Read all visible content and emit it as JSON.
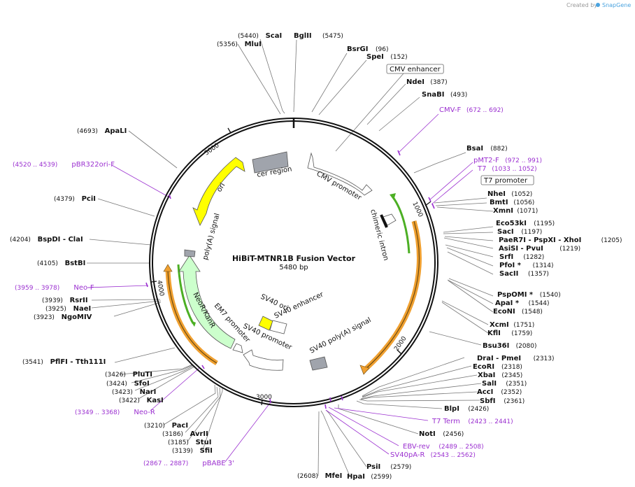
{
  "credit": {
    "prefix": "Created by",
    "brand": "SnapGene"
  },
  "map": {
    "name": "HiBiT-MTNR1B Fusion Vector",
    "length_label": "5480 bp",
    "length": 5480,
    "ticks": [
      "1000",
      "2000",
      "3000",
      "4000",
      "5000"
    ],
    "colors": {
      "primer": "#9b30d0",
      "ori": "#ffff00",
      "neo": "#ccffcc",
      "primer_arrow": "#4caf24",
      "long_arrow": "#f0a030",
      "gray": "#a0a4ac"
    }
  },
  "features": {
    "cer_region": "cer region",
    "cmv_promoter": "CMV promoter",
    "chimeric_intron": "chimeric intron",
    "sv40_ori": "SV40 ori",
    "sv40_enhancer": "SV40 enhancer",
    "sv40_promoter": "SV40 promoter",
    "sv40_polya": "SV40 poly(A) signal",
    "em7_promoter": "EM7 promoter",
    "neor": "NeoR/KanR",
    "polya_signal": "poly(A) signal",
    "ori": "ori"
  },
  "sites": [
    {
      "name": "ScaI",
      "pos": "(5440)"
    },
    {
      "name": "MluI",
      "pos": "(5356)"
    },
    {
      "name": "BglII",
      "pos": "(5475)"
    },
    {
      "name": "BsrGI",
      "pos": "(96)"
    },
    {
      "name": "SpeI",
      "pos": "(152)"
    },
    {
      "name": "CMV enhancer",
      "pos": ""
    },
    {
      "name": "NdeI",
      "pos": "(387)"
    },
    {
      "name": "SnaBI",
      "pos": "(493)"
    },
    {
      "name": "CMV-F",
      "pos": "(672 .. 692)"
    },
    {
      "name": "BsaI",
      "pos": "(882)"
    },
    {
      "name": "pMT2-F",
      "pos": "(972 .. 991)"
    },
    {
      "name": "T7",
      "pos": "(1033 .. 1052)"
    },
    {
      "name": "T7 promoter",
      "pos": ""
    },
    {
      "name": "NheI",
      "pos": "(1052)"
    },
    {
      "name": "BmtI",
      "pos": "(1056)"
    },
    {
      "name": "XmnI",
      "pos": "(1071)"
    },
    {
      "name": "Eco53kI",
      "pos": "(1195)"
    },
    {
      "name": "SacI",
      "pos": "(1197)"
    },
    {
      "name": "PaeR7I - PspXI - XhoI",
      "pos": "(1205)"
    },
    {
      "name": "AsiSI - PvuI",
      "pos": "(1219)"
    },
    {
      "name": "SrfI",
      "pos": "(1282)"
    },
    {
      "name": "PfoI *",
      "pos": "(1314)"
    },
    {
      "name": "SacII",
      "pos": "(1357)"
    },
    {
      "name": "PspOMI *",
      "pos": "(1540)"
    },
    {
      "name": "ApaI *",
      "pos": "(1544)"
    },
    {
      "name": "EcoNI",
      "pos": "(1548)"
    },
    {
      "name": "XcmI",
      "pos": "(1751)"
    },
    {
      "name": "KflI",
      "pos": "(1759)"
    },
    {
      "name": "Bsu36I",
      "pos": "(2080)"
    },
    {
      "name": "DraI - PmeI",
      "pos": "(2313)"
    },
    {
      "name": "EcoRI",
      "pos": "(2318)"
    },
    {
      "name": "XbaI",
      "pos": "(2345)"
    },
    {
      "name": "SalI",
      "pos": "(2351)"
    },
    {
      "name": "AccI",
      "pos": "(2352)"
    },
    {
      "name": "SbfI",
      "pos": "(2361)"
    },
    {
      "name": "BlpI",
      "pos": "(2426)"
    },
    {
      "name": "T7 Term",
      "pos": "(2423 .. 2441)"
    },
    {
      "name": "NotI",
      "pos": "(2456)"
    },
    {
      "name": "EBV-rev",
      "pos": "(2489 .. 2508)"
    },
    {
      "name": "SV40pA-R",
      "pos": "(2543 .. 2562)"
    },
    {
      "name": "PsiI",
      "pos": "(2579)"
    },
    {
      "name": "HpaI",
      "pos": "(2599)"
    },
    {
      "name": "MfeI",
      "pos": "(2608)"
    },
    {
      "name": "pBABE 3'",
      "pos": "(2867 .. 2887)"
    },
    {
      "name": "SfiI",
      "pos": "(3139)"
    },
    {
      "name": "StuI",
      "pos": "(3185)"
    },
    {
      "name": "AvrII",
      "pos": "(3186)"
    },
    {
      "name": "PacI",
      "pos": "(3210)"
    },
    {
      "name": "Neo-R",
      "pos": "(3349 .. 3368)"
    },
    {
      "name": "KasI",
      "pos": "(3422)"
    },
    {
      "name": "NarI",
      "pos": "(3423)"
    },
    {
      "name": "SfoI",
      "pos": "(3424)"
    },
    {
      "name": "PluTI",
      "pos": "(3426)"
    },
    {
      "name": "PflFI - Tth111I",
      "pos": "(3541)"
    },
    {
      "name": "NgoMIV",
      "pos": "(3923)"
    },
    {
      "name": "NaeI",
      "pos": "(3925)"
    },
    {
      "name": "RsrII",
      "pos": "(3939)"
    },
    {
      "name": "Neo-F",
      "pos": "(3959 .. 3978)"
    },
    {
      "name": "BstBI",
      "pos": "(4105)"
    },
    {
      "name": "BspDI - ClaI",
      "pos": "(4204)"
    },
    {
      "name": "PciI",
      "pos": "(4379)"
    },
    {
      "name": "pBR322ori-F",
      "pos": "(4520 .. 4539)"
    },
    {
      "name": "ApaLI",
      "pos": "(4693)"
    }
  ]
}
